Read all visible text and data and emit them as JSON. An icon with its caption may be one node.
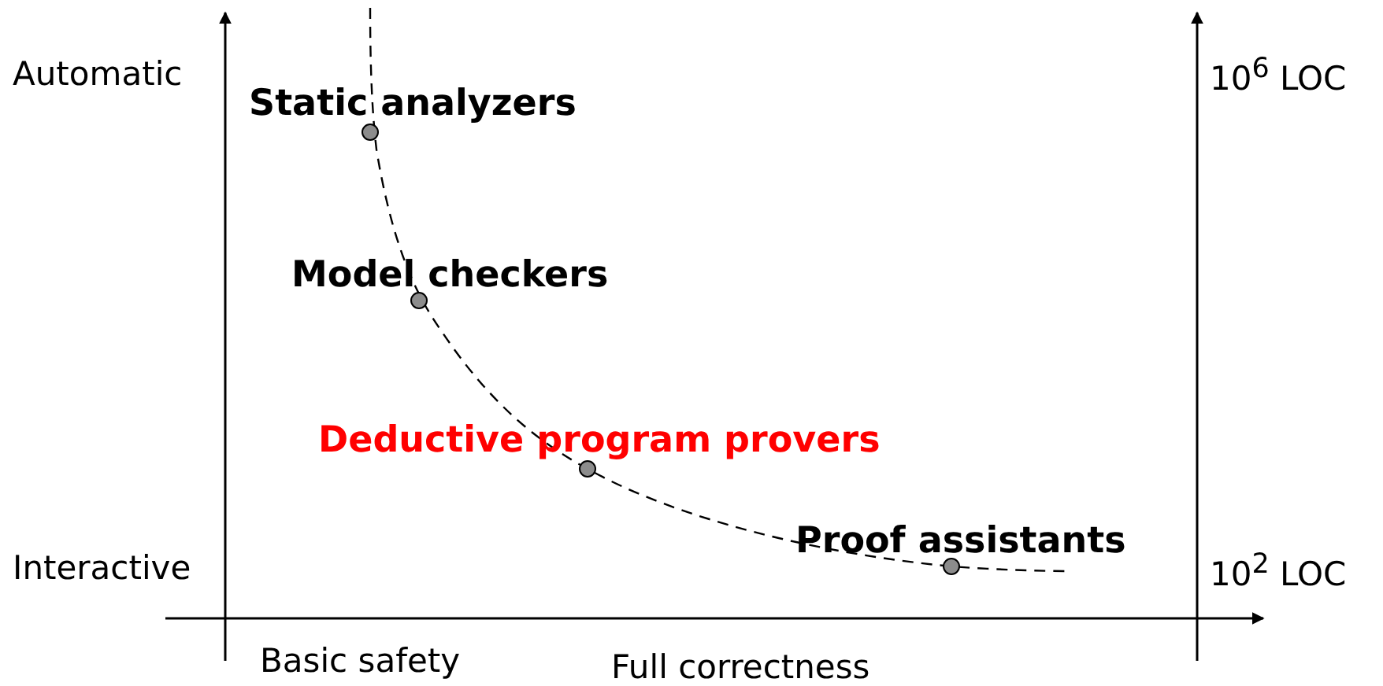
{
  "diagram": {
    "nodes": [
      {
        "text": [],
        "shape": "circle",
        "beside": [
          "Static analyzers"
        ]
      },
      {
        "text": [],
        "shape": "circle",
        "beside": [
          "Model checkers"
        ]
      },
      {
        "text": [],
        "shape": "circle",
        "beside": [
          "Deductive program provers"
        ]
      },
      {
        "text": [],
        "shape": "circle",
        "beside": [
          "Proof assistants"
        ]
      }
    ],
    "labels": [
      "Automatic",
      "10$^{6}$ LOC",
      "Interactive",
      "10$^{2}$ LOC",
      "Basic safety",
      "Full correctness"
    ]
  }
}
